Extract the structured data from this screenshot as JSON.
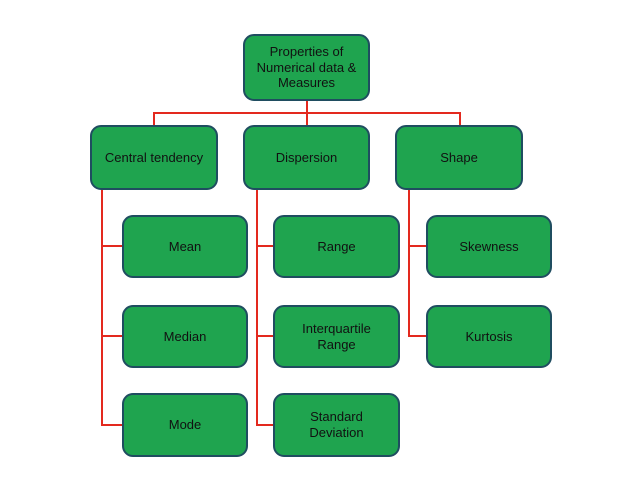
{
  "title": "Properties of Numerical data & Measures diagram",
  "colors": {
    "box_fill": "#1fa44f",
    "box_border": "#1f4d60",
    "connector": "#e3291e",
    "text": "#111111"
  },
  "tree": {
    "root": "Properties of Numerical data & Measures",
    "branches": [
      {
        "label": "Central tendency",
        "children": [
          "Mean",
          "Median",
          "Mode"
        ]
      },
      {
        "label": "Dispersion",
        "children": [
          "Range",
          "Interquartile Range",
          "Standard Deviation"
        ]
      },
      {
        "label": "Shape",
        "children": [
          "Skewness",
          "Kurtosis"
        ]
      }
    ]
  }
}
